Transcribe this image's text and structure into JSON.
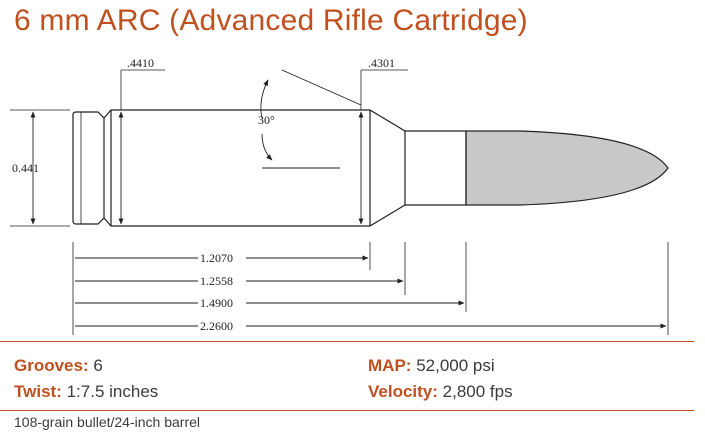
{
  "title": "6 mm ARC (Advanced Rifle Cartridge)",
  "dimensions": {
    "rim_diameter": "0.441",
    "base_diameter": ".4410",
    "shoulder_diameter": ".4301",
    "shoulder_angle": "30°",
    "length_to_shoulder": "1.2070",
    "length_to_neck": "1.2558",
    "case_length": "1.4900",
    "overall_length": "2.2600"
  },
  "specs": {
    "grooves_label": "Grooves:",
    "grooves_value": "6",
    "twist_label": "Twist:",
    "twist_value": "1:7.5 inches",
    "map_label": "MAP:",
    "map_value": "52,000 psi",
    "velocity_label": "Velocity:",
    "velocity_value": "2,800 fps"
  },
  "footnote": "108-grain bullet/24-inch barrel",
  "colors": {
    "accent": "#c0501f",
    "bullet": "#c8c8c8",
    "line": "#222222"
  }
}
